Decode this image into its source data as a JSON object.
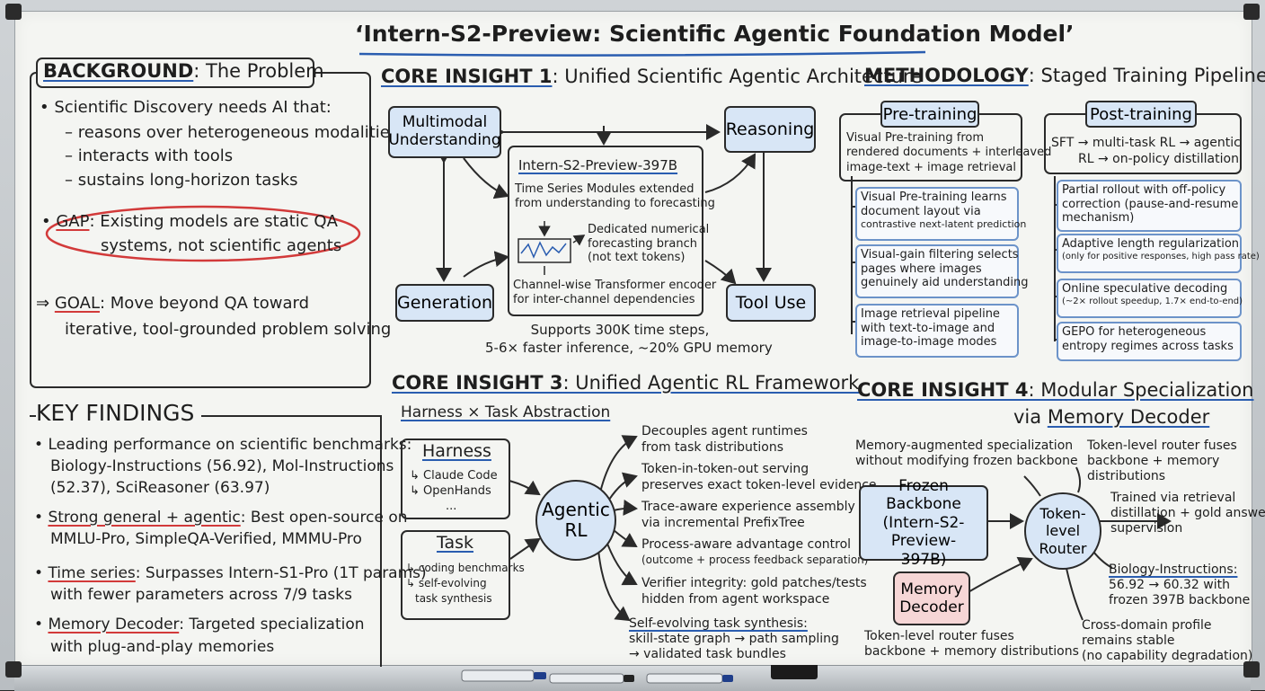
{
  "title": "‘Intern-S2-Preview: Scientific Agentic Foundation Model’",
  "background": {
    "heading_key": "BACKGROUND",
    "heading_rest": ": The Problem",
    "need": "Scientific Discovery needs AI that:",
    "sub": [
      "– reasons over heterogeneous modalities",
      "– interacts with tools",
      "– sustains long-horizon tasks"
    ],
    "gap_key": "GAP",
    "gap_line1": ": Existing models are static QA",
    "gap_line2": "systems, not scientific agents",
    "goal_arrow": "⇒",
    "goal_key": "GOAL",
    "goal_line1": ": Move beyond QA toward",
    "goal_line2": "iterative, tool-grounded problem solving"
  },
  "key_findings": {
    "heading": "KEY FINDINGS",
    "items": [
      {
        "lines": [
          "Leading performance on scientific benchmarks:",
          "Biology-Instructions (56.92), Mol-Instructions",
          "(52.37), SciReasoner (63.97)"
        ]
      },
      {
        "key": "Strong general + agentic",
        "rest": ": Best open-source on",
        "line2": "MMLU-Pro, SimpleQA-Verified, MMMU-Pro"
      },
      {
        "key": "Time series",
        "rest": ": Surpasses Intern-S1-Pro (1T params)",
        "line2": "with fewer parameters across 7/9 tasks"
      },
      {
        "key": "Memory Decoder",
        "rest": ": Targeted specialization",
        "line2": "with plug-and-play memories"
      }
    ]
  },
  "core1": {
    "heading_key": "CORE INSIGHT 1",
    "heading_rest": ": Unified Scientific Agentic Architecture",
    "mmu": [
      "Multimodal",
      "Understanding"
    ],
    "reasoning": "Reasoning",
    "generation": "Generation",
    "tool_use": "Tool Use",
    "model": "Intern-S2-Preview-397B",
    "ts_line1": "Time Series Modules extended",
    "ts_line2": "from understanding to forecasting",
    "branch": [
      "Dedicated numerical",
      "forecasting branch",
      "(not text tokens)"
    ],
    "encoder": [
      "Channel-wise Transformer encoder",
      "for inter-channel dependencies"
    ],
    "supports": [
      "Supports 300K time steps,",
      "5-6× faster inference, ~20% GPU memory"
    ]
  },
  "methodology": {
    "heading_key": "METHODOLOGY",
    "heading_rest": ": Staged Training Pipeline",
    "pre_label": "Pre-training",
    "pre_desc": [
      "Visual Pre-training from",
      "rendered documents + interleaved",
      "image-text + image retrieval"
    ],
    "pre_items": [
      [
        "Visual Pre-training learns",
        "document layout via",
        "contrastive next-latent prediction"
      ],
      [
        "Visual-gain filtering selects",
        "pages where images",
        "genuinely aid understanding"
      ],
      [
        "Image retrieval pipeline",
        "with text-to-image and",
        "image-to-image modes"
      ]
    ],
    "post_label": "Post-training",
    "post_desc": [
      "SFT → multi-task RL → agentic",
      "RL → on-policy distillation"
    ],
    "post_items": [
      [
        "Partial rollout with off-policy",
        "correction (pause-and-resume",
        "mechanism)"
      ],
      [
        "Adaptive length regularization",
        "(only for positive responses, high pass rate)"
      ],
      [
        "Online speculative decoding",
        "(~2× rollout speedup, 1.7× end-to-end)"
      ],
      [
        "GEPO for heterogeneous",
        "entropy regimes across tasks"
      ]
    ]
  },
  "core3": {
    "heading_key": "CORE INSIGHT 3",
    "heading_rest": ": Unified Agentic RL Framework",
    "sub": "Harness × Task Abstraction",
    "harness": "Harness",
    "harness_items": [
      "↳ Claude Code",
      "↳ OpenHands",
      "..."
    ],
    "task": "Task",
    "task_items": [
      "↳ coding benchmarks",
      "↳ self-evolving",
      "task synthesis"
    ],
    "hub": [
      "Agentic",
      "RL"
    ],
    "outcomes": [
      [
        "Decouples agent runtimes",
        "from task distributions"
      ],
      [
        "Token-in-token-out serving",
        "preserves exact token-level evidence"
      ],
      [
        "Trace-aware experience assembly",
        "via incremental PrefixTree"
      ],
      [
        "Process-aware advantage control",
        "(outcome + process feedback separation)"
      ],
      [
        "Verifier integrity: gold patches/tests",
        "hidden from agent workspace"
      ],
      [
        "Self-evolving task synthesis:",
        "skill-state graph → path sampling",
        "→ validated task bundles"
      ]
    ]
  },
  "core4": {
    "heading_key": "CORE INSIGHT 4",
    "heading_rest": ": Modular Specialization",
    "heading2_pre": "via ",
    "heading2_key": "Memory Decoder",
    "mem_aug": [
      "Memory-augmented specialization",
      "without modifying frozen backbone"
    ],
    "router_fuses_top": [
      "Token-level router fuses",
      "backbone + memory",
      "distributions"
    ],
    "trained": [
      "Trained via retrieval",
      "distillation + gold answer",
      "supervision"
    ],
    "backbone": [
      "Frozen Backbone",
      "(Intern-S2-Preview-",
      "397B)"
    ],
    "router": [
      "Token-level",
      "Router"
    ],
    "memory": [
      "Memory",
      "Decoder"
    ],
    "bio_key": "Biology-Instructions:",
    "bio": [
      "56.92 → 60.32 with",
      "frozen 397B backbone"
    ],
    "router_fuses_bottom": [
      "Token-level router fuses",
      "backbone + memory distributions"
    ],
    "cross": [
      "Cross-domain profile",
      "remains stable",
      "(no capability degradation)"
    ]
  },
  "colors": {
    "accent_blue": "#2a5db0",
    "accent_red": "#d23a3a",
    "box_fill": "#d8e6f6",
    "memory_fill": "#f6d6d6"
  }
}
